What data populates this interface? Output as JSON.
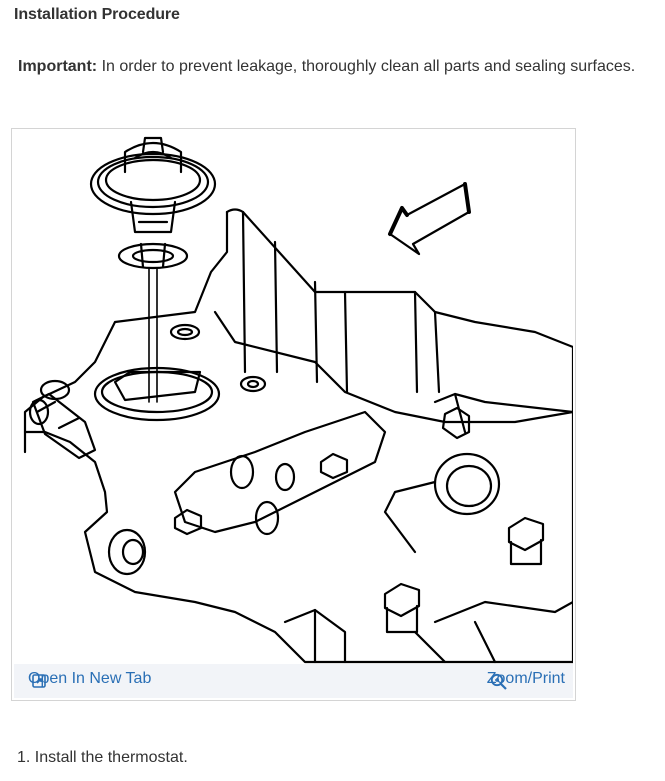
{
  "heading": "Installation Procedure",
  "important": {
    "label": "Important:",
    "text": "In order to prevent leakage, thoroughly clean all parts and sealing surfaces."
  },
  "figure": {
    "open_label": "Open In New Tab",
    "zoom_label": "Zoom/Print",
    "icons": [
      "open-in-new-tab-icon",
      "zoom-icon"
    ],
    "link_color": "#2a6fb5"
  },
  "steps": [
    {
      "number": "1.",
      "text": "Install the thermostat."
    }
  ]
}
